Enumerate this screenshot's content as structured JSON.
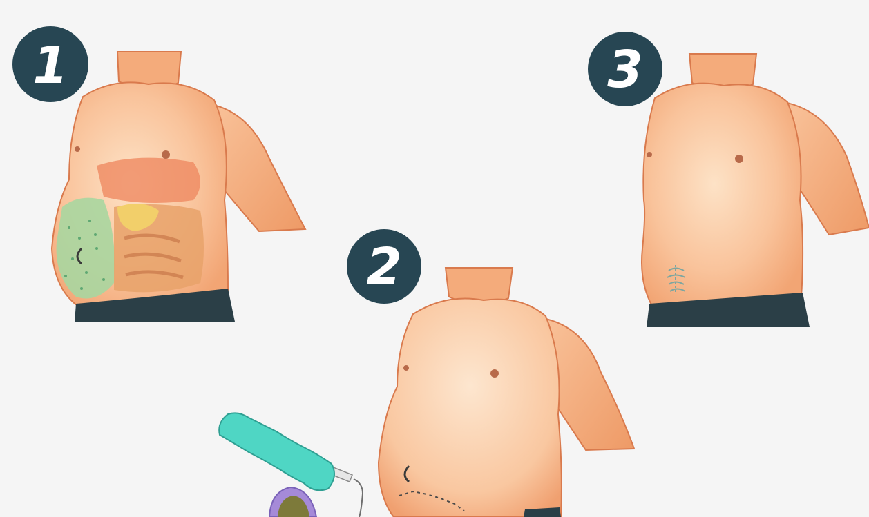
{
  "steps": [
    {
      "number": "1"
    },
    {
      "number": "2"
    },
    {
      "number": "3"
    }
  ],
  "colors": {
    "background": "#f5f5f5",
    "badge": "#274653",
    "skin_light": "#fbd1ad",
    "skin_mid": "#f7b388",
    "skin_dark": "#ec8f5c",
    "outline": "#d97a4d",
    "trousers": "#2b3f47",
    "fluid_green": "#a9d6a0",
    "intestine_yellow": "#f2cf6a",
    "glove": "#4fd6c4",
    "bag": "#a58ad8"
  },
  "icons": {
    "figure_1": "torso-with-abdominal-fluid-icon",
    "figure_2": "torso-during-drainage-icon",
    "figure_3": "torso-after-procedure-icon",
    "hand": "gloved-hand-syringe-icon",
    "bag": "drainage-bag-icon"
  }
}
